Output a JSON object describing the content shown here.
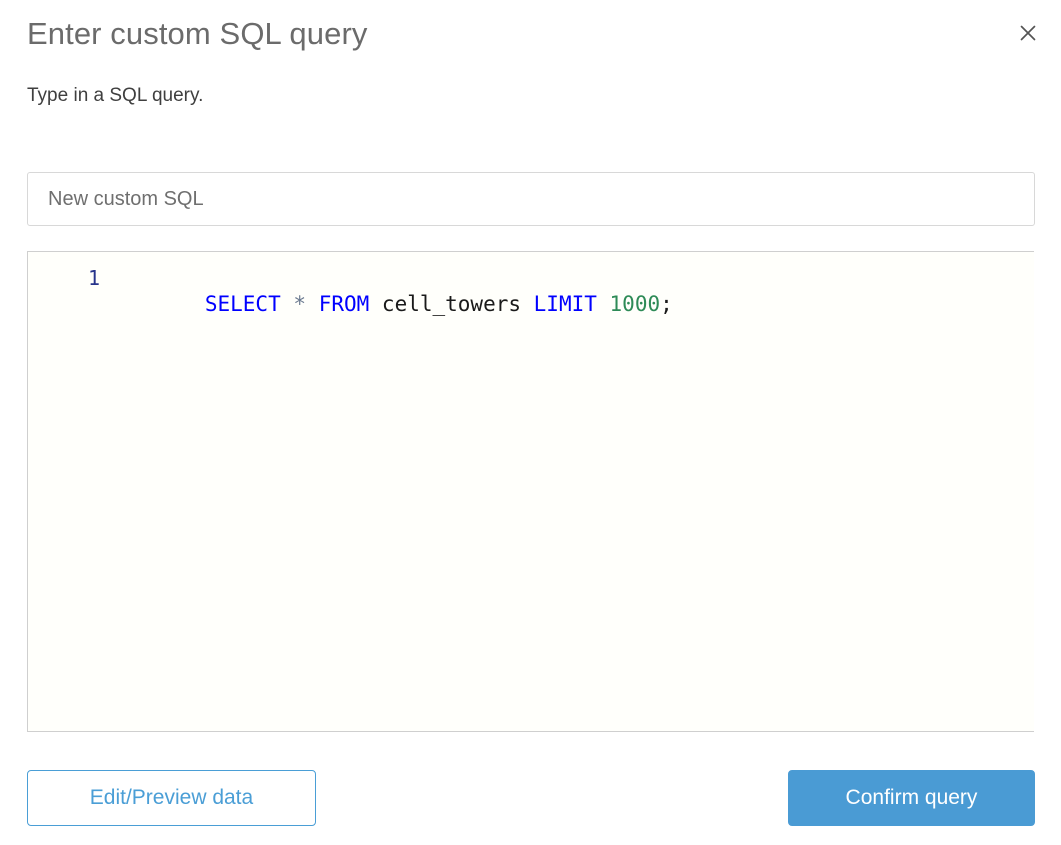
{
  "dialog": {
    "title": "Enter custom SQL query",
    "subtitle": "Type in a SQL query.",
    "close_icon": "close-icon"
  },
  "name_field": {
    "value": "",
    "placeholder": "New custom SQL"
  },
  "editor": {
    "line_numbers": [
      "1"
    ],
    "query_text": "SELECT * FROM cell_towers LIMIT 1000;",
    "tokens": [
      {
        "text": "SELECT",
        "type": "keyword"
      },
      {
        "text": " ",
        "type": "space"
      },
      {
        "text": "*",
        "type": "operator"
      },
      {
        "text": " ",
        "type": "space"
      },
      {
        "text": "FROM",
        "type": "keyword"
      },
      {
        "text": " ",
        "type": "space"
      },
      {
        "text": "cell_towers",
        "type": "ident"
      },
      {
        "text": " ",
        "type": "space"
      },
      {
        "text": "LIMIT",
        "type": "keyword"
      },
      {
        "text": " ",
        "type": "space"
      },
      {
        "text": "1000",
        "type": "number"
      },
      {
        "text": ";",
        "type": "punct"
      }
    ]
  },
  "footer": {
    "edit_preview_label": "Edit/Preview data",
    "confirm_label": "Confirm query"
  },
  "colors": {
    "accent": "#4a9bd4",
    "accent_border": "#4a9ed6",
    "title_text": "#6b6b6b",
    "body_text": "#3f3f3f",
    "keyword": "#0000ff",
    "number": "#2e8b57",
    "operator": "#6b7a90",
    "identifier": "#1a1a1a",
    "gutter": "#27348b",
    "editor_bg": "#fffffb",
    "field_border": "#d8d8d8",
    "editor_border": "#cfcfcf"
  }
}
